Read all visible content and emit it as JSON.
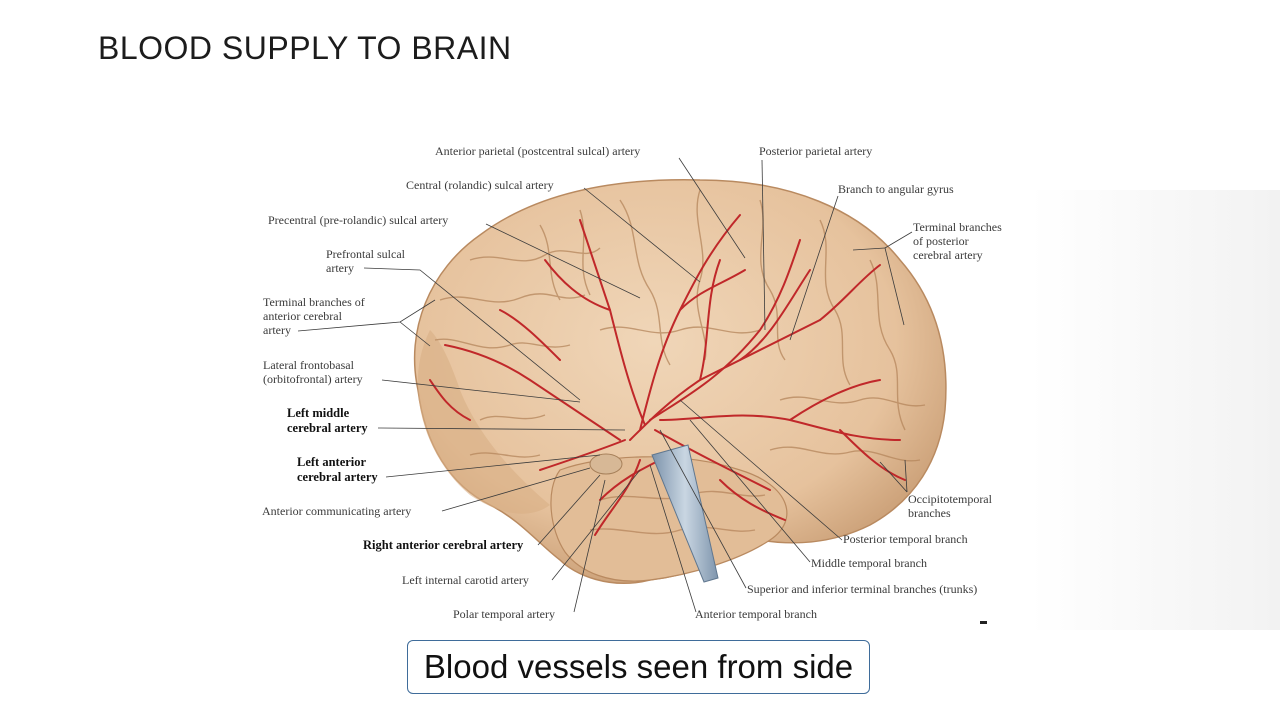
{
  "slide": {
    "title": "BLOOD SUPPLY TO BRAIN",
    "caption": "Blood vessels seen from side"
  },
  "figure": {
    "labels": {
      "anterior_parietal": "Anterior parietal (postcentral sulcal) artery",
      "posterior_parietal": "Posterior parietal artery",
      "central_sulcal": "Central (rolandic) sulcal artery",
      "branch_angular": "Branch to angular gyrus",
      "precentral": "Precentral (pre-rolandic) sulcal artery",
      "terminal_posterior": [
        "Terminal branches",
        "of posterior",
        "cerebral artery"
      ],
      "prefrontal": [
        "Prefrontal sulcal",
        "artery"
      ],
      "terminal_anterior": [
        "Terminal branches of",
        "anterior cerebral",
        "artery"
      ],
      "lateral_frontobasal": [
        "Lateral frontobasal",
        "(orbitofrontal) artery"
      ],
      "left_middle": [
        "Left middle",
        "cerebral artery"
      ],
      "left_anterior": [
        "Left anterior",
        "cerebral artery"
      ],
      "anterior_communicating": "Anterior communicating artery",
      "occipitotemporal": [
        "Occipitotemporal",
        "branches"
      ],
      "right_anterior": "Right anterior cerebral artery",
      "posterior_temporal": "Posterior temporal branch",
      "middle_temporal": "Middle temporal branch",
      "left_internal_carotid": "Left internal carotid artery",
      "superior_inferior_terminal": "Superior and inferior terminal branches (trunks)",
      "polar_temporal": "Polar temporal artery",
      "anterior_temporal": "Anterior temporal branch"
    },
    "colors": {
      "brain": "#e8c9a6",
      "brain_shadow": "#c9a27c",
      "artery": "#c0282a",
      "carotid": "#9fb2c6"
    }
  }
}
